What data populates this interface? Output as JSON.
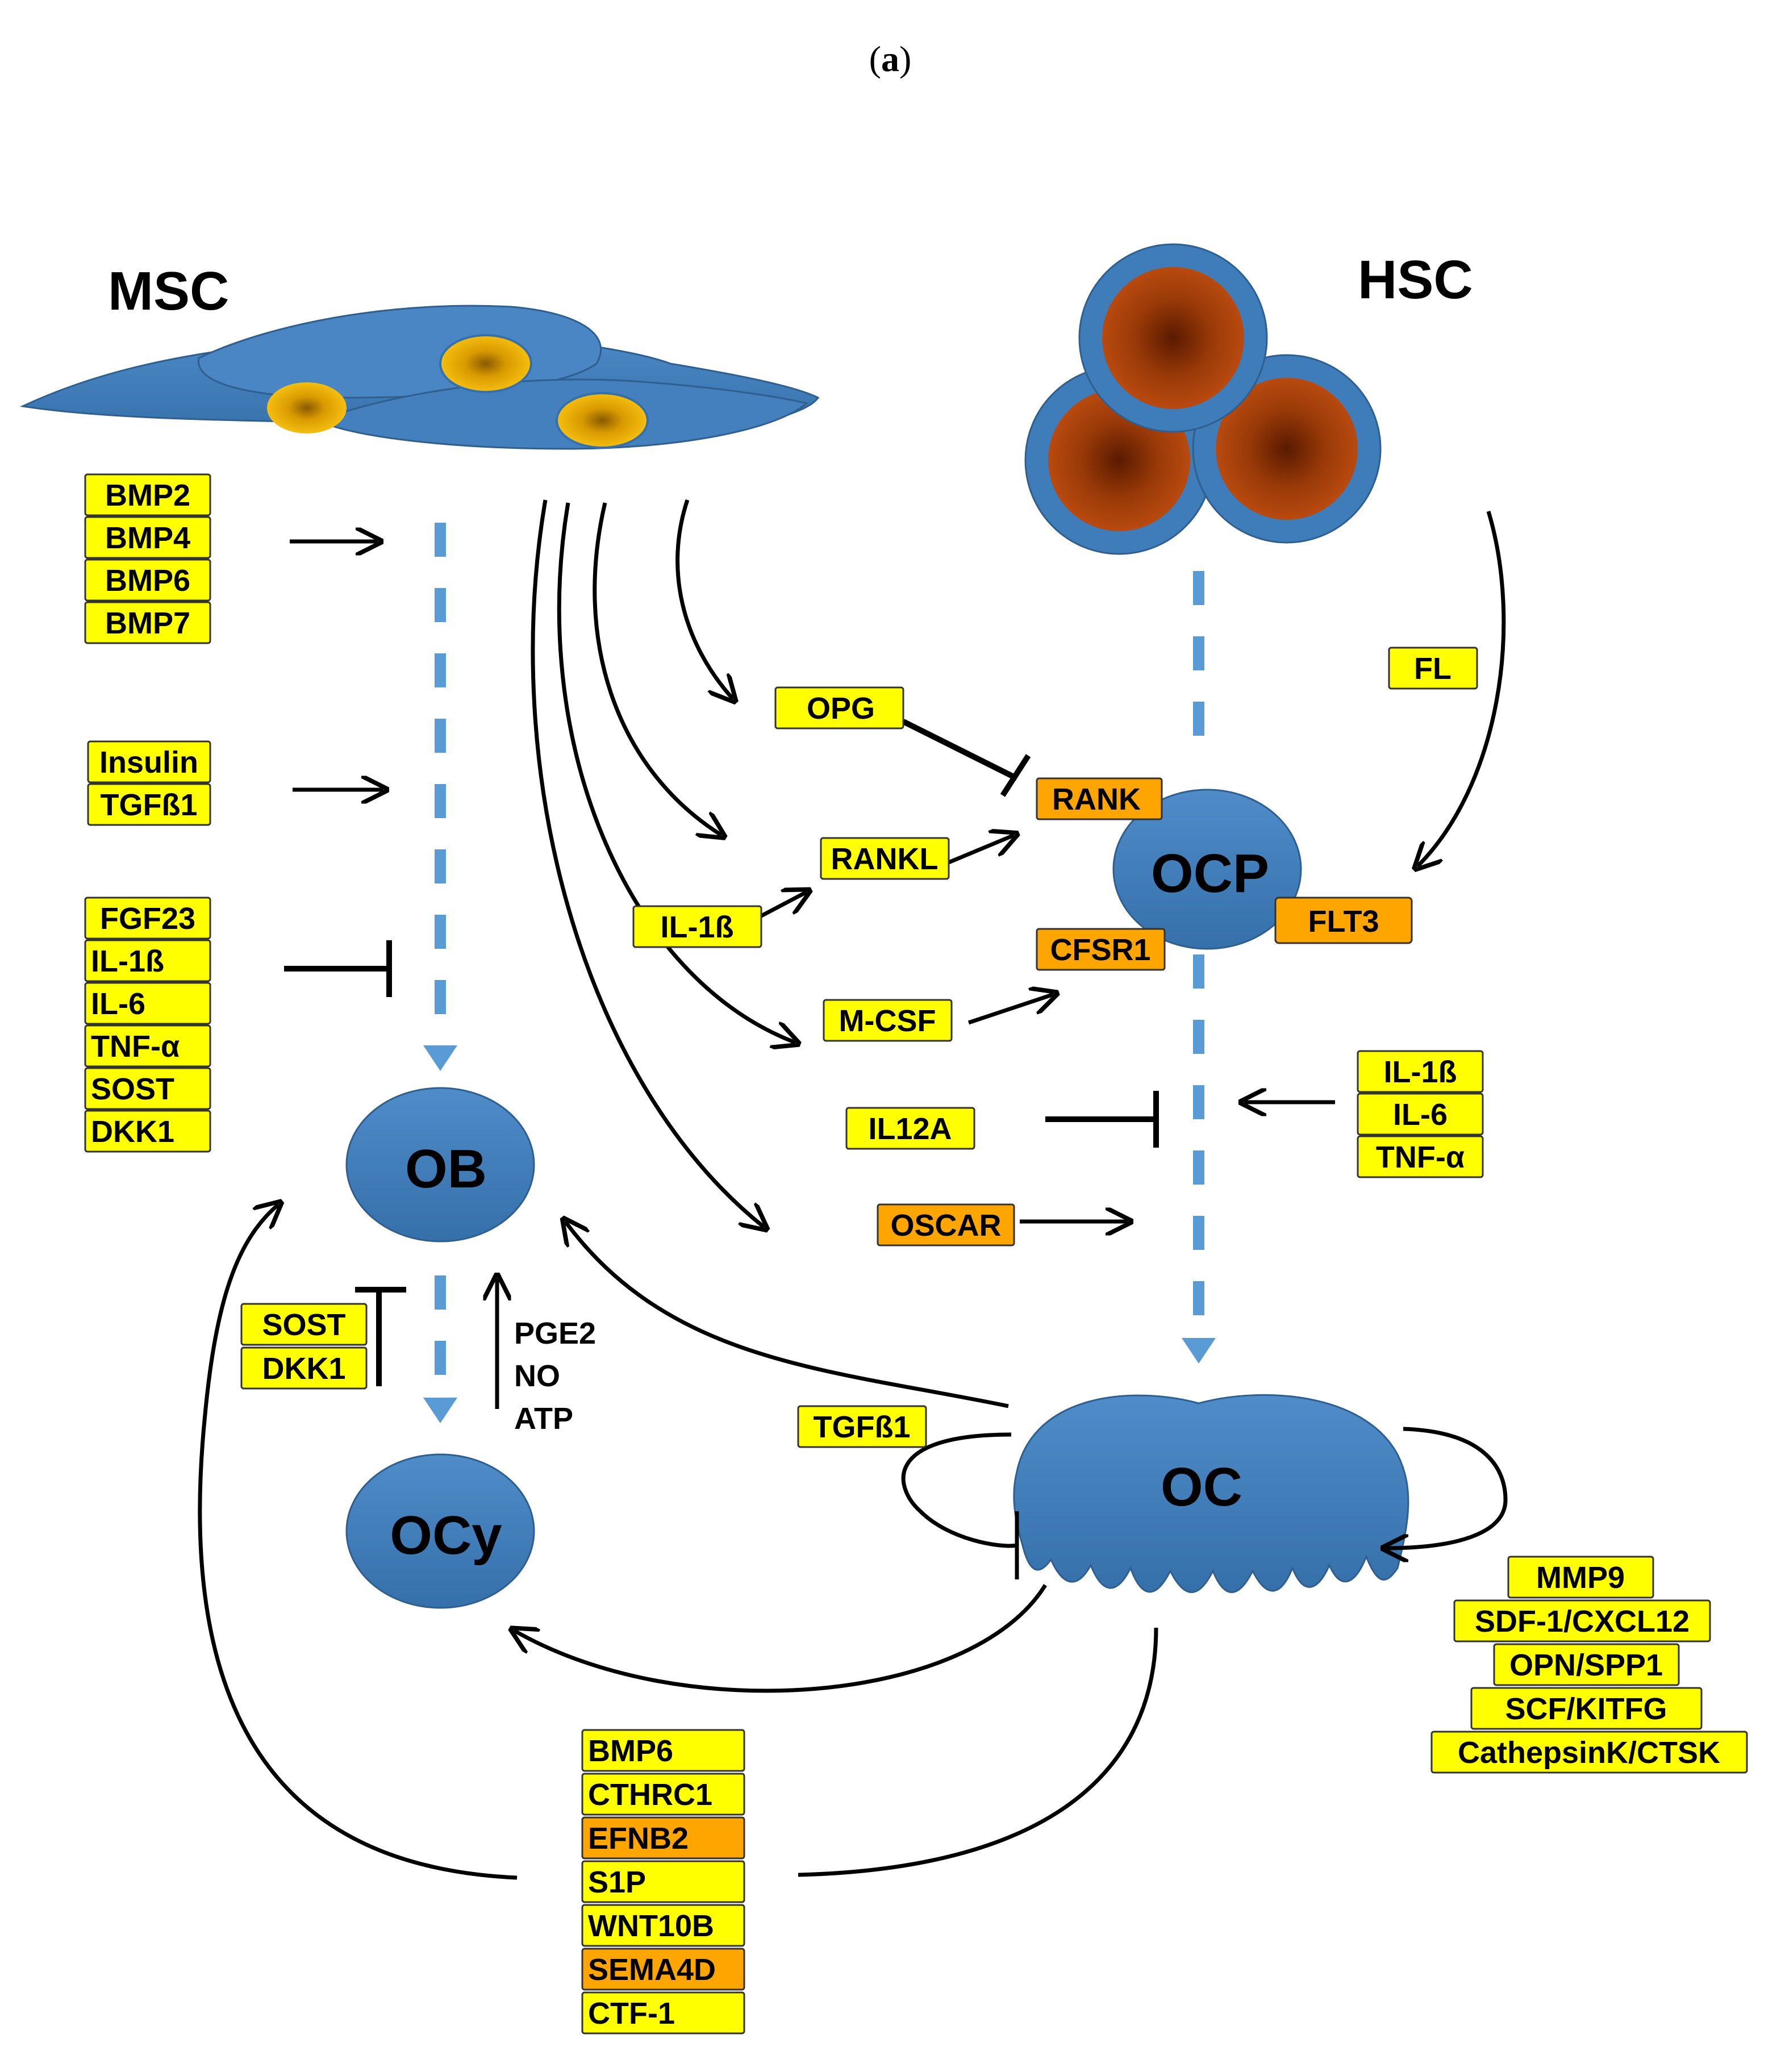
{
  "panel_label_prefix": "(",
  "panel_label_letter": "a",
  "panel_label_suffix": ")",
  "cells": {
    "msc": "MSC",
    "hsc": "HSC",
    "ocp": "OCP",
    "ob": "OB",
    "ocy": "OCy",
    "oc": "OC"
  },
  "labels": {
    "bmp2": "BMP2",
    "bmp4": "BMP4",
    "bmp6": "BMP6",
    "bmp7": "BMP7",
    "insulin": "Insulin",
    "tgfb1_left": "TGFß1",
    "fgf23": "FGF23",
    "il1b_left": "IL-1ß",
    "il6_left": "IL-6",
    "tnfa_left": "TNF-α",
    "sost_left": "SOST",
    "dkk1_left": "DKK1",
    "opg": "OPG",
    "rankl": "RANKL",
    "rank": "RANK",
    "il1b_mid": "IL-1ß",
    "mcsf": "M-CSF",
    "cfsr1": "CFSR1",
    "fl": "FL",
    "flt3": "FLT3",
    "il12a": "IL12A",
    "oscar": "OSCAR",
    "il1b_right": "IL-1ß",
    "il6_right": "IL-6",
    "tnfa_right": "TNF-α",
    "sost_ob": "SOST",
    "dkk1_ob": "DKK1",
    "pge2": "PGE2",
    "no": "NO",
    "atp": "ATP",
    "tgfb1_oc": "TGFß1",
    "mmp9": "MMP9",
    "sdf1": "SDF-1/CXCL12",
    "opn": "OPN/SPP1",
    "scf": "SCF/KITFG",
    "ctsk": "CathepsinK/CTSK",
    "bmp6_bottom": "BMP6",
    "cthrc1": "CTHRC1",
    "efnb2": "EFNB2",
    "s1p": "S1P",
    "wnt10b": "WNT10B",
    "sema4d": "SEMA4D",
    "ctf1": "CTF-1"
  },
  "colors": {
    "yellow_box": "#FFFF00",
    "orange_box": "#FFA500",
    "cell_blue": "#3A76B0",
    "cell_blue_light": "#5B95CC",
    "dashed_arrow": "#5B9BD5",
    "nucleus_yellow": "#F0B000",
    "hsc_nucleus": "#A0400A"
  }
}
